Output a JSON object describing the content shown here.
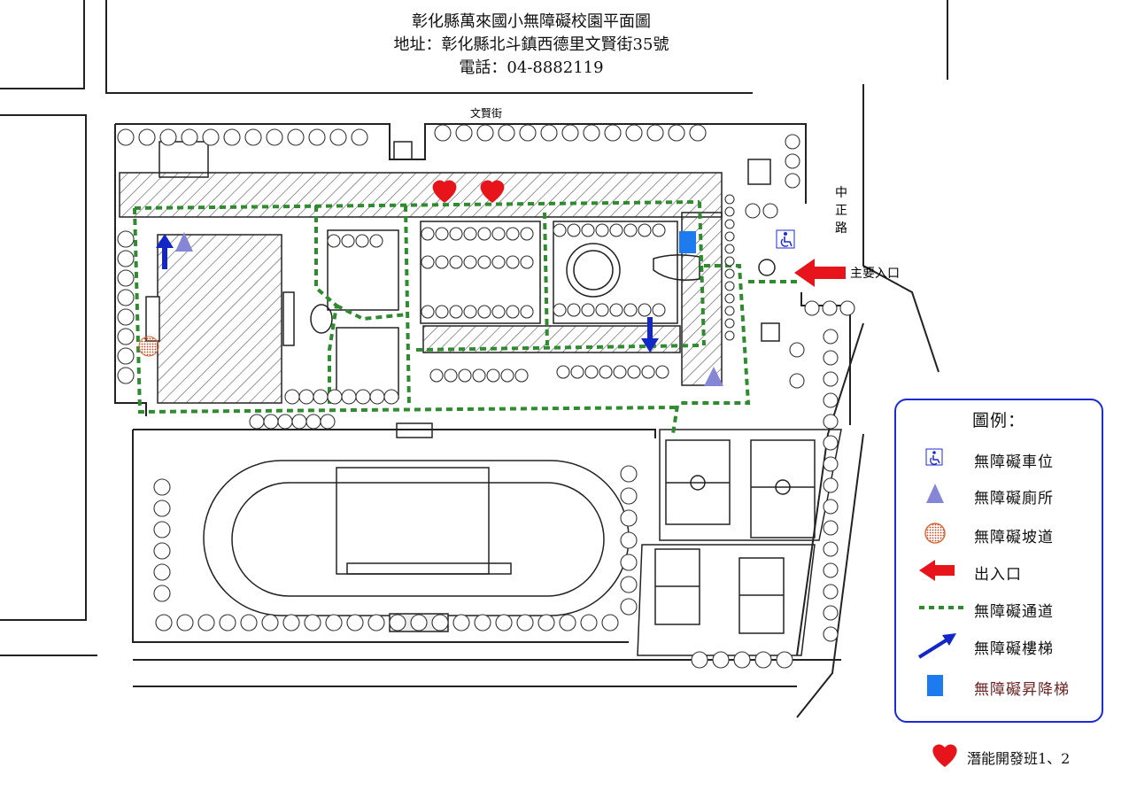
{
  "header": {
    "title": "彰化縣萬來國小無障礙校園平面圖",
    "address": "地址：彰化縣北斗鎮西德里文賢街35號",
    "phone": "電話：04-8882119"
  },
  "map": {
    "street_top": "文賢街",
    "street_right": "中正路",
    "main_entrance": "主要入口"
  },
  "legend": {
    "title": "圖例：",
    "items": [
      {
        "icon": "wheelchair-icon",
        "label": "無障礙車位"
      },
      {
        "icon": "triangle-icon",
        "label": "無障礙廁所"
      },
      {
        "icon": "ramp-dot-icon",
        "label": "無障礙坡道"
      },
      {
        "icon": "left-arrow-icon",
        "label": "出入口"
      },
      {
        "icon": "dotted-line-icon",
        "label": "無障礙通道"
      },
      {
        "icon": "diagonal-arrow-icon",
        "label": "無障礙樓梯"
      },
      {
        "icon": "square-icon",
        "label": "無障礙昇降梯"
      }
    ]
  },
  "note": {
    "icon": "heart-icon",
    "label": "潛能開發班1、2"
  },
  "colors": {
    "path": "#2e8b2e",
    "entrance": "#e8141b",
    "stairs": "#1326c8",
    "elevator": "#1e7bef",
    "toilet": "#8686d6",
    "ramp": "#d9683a",
    "legend_border": "#1b2ad6"
  }
}
